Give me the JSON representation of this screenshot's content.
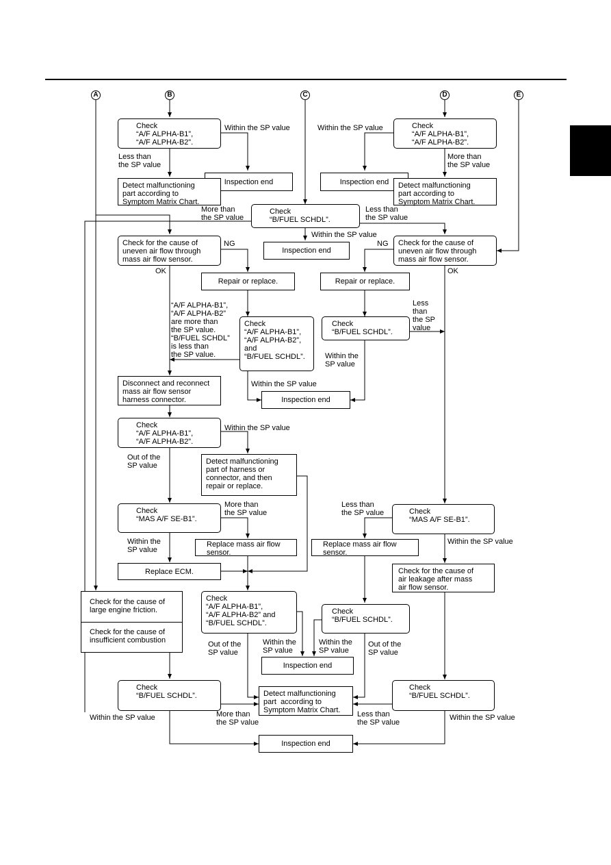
{
  "connectors": {
    "a": "A",
    "b": "B",
    "c": "C",
    "d": "D",
    "e": "E"
  },
  "boxes": {
    "check_af_b": "Check\n“A/F ALPHA-B1”,\n“A/F ALPHA-B2”.",
    "check_af_d": "Check\n“A/F ALPHA-B1”,\n“A/F ALPHA-B2”.",
    "inspection_end_b": "Inspection end",
    "inspection_end_d": "Inspection end",
    "detect_b": "Detect malfunctioning\npart according to\nSymptom Matrix Chart.",
    "detect_d": "Detect malfunctioning\npart according to\nSymptom Matrix Chart.",
    "check_bfuel_c": "Check\n“B/FUEL SCHDL”.",
    "inspection_end_c": "Inspection end",
    "check_uneven_left": "Check for the cause of\nuneven air flow through\nmass air flow sensor.",
    "check_uneven_right": "Check for the cause of\nuneven air flow through\nmass air flow sensor.",
    "repair_left": "Repair or replace.",
    "repair_right": "Repair or replace.",
    "check_af_bfuel_mid": "Check\n“A/F ALPHA-B1”,\n“A/F ALPHA-B2”,\nand\n“B/FUEL SCHDL”.",
    "check_bfuel_right_upper": "Check\n“B/FUEL SCHDL”.",
    "inspection_end_mid": "Inspection end",
    "disconnect": "Disconnect and reconnect\nmass air flow sensor\nharness connector.",
    "check_af_lower": "Check\n“A/F ALPHA-B1”,\n“A/F ALPHA-B2”.",
    "detect_harness": "Detect malfunctioning\npart of harness or\nconnector, and then\nrepair or replace.",
    "check_mas_left": "Check\n“MAS A/F SE-B1”.",
    "check_mas_right": "Check\n“MAS A/F SE-B1”.",
    "replace_maf_left": "Replace mass air flow\nsensor.",
    "replace_maf_right": "Replace mass air flow\nsensor.",
    "check_leakage": "Check for the cause of\nair leakage after mass\nair flow sensor.",
    "replace_ecm": "Replace ECM.",
    "friction": "Check for the cause of\nlarge engine friction.",
    "combustion": "Check for the cause of\ninsufficient combustion",
    "check_af_bfuel_low": "Check\n“A/F ALPHA-B1”,\n“A/F ALPHA-B2” and\n“B/FUEL SCHDL”.",
    "check_bfuel_right_mid": "Check\n“B/FUEL SCHDL”.",
    "inspection_end_low": "Inspection end",
    "check_bfuel_bottom_left": "Check\n“B/FUEL SCHDL”.",
    "detect_bottom": "Detect malfunctioning\npart  according to\nSymptom Matrix Chart.",
    "check_bfuel_bottom_right": "Check\n“B/FUEL SCHDL”.",
    "inspection_end_bottom": "Inspection end"
  },
  "labels": {
    "b_within": "Within the SP value",
    "b_less": "Less than\nthe SP value",
    "d_within": "Within the SP value",
    "d_more": "More than\nthe SP value",
    "c_more": "More than\nthe SP value",
    "c_less": "Less than\nthe SP value",
    "c_within": "Within the SP value",
    "ng_left": "NG",
    "ng_right": "NG",
    "ok_left": "OK",
    "ok_right": "OK",
    "af_more_bfuel_less": "“A/F ALPHA-B1”,\n“A/F ALPHA-B2”\nare more than\nthe SP value.\n“B/FUEL SCHDL”\nis less than\nthe SP value.",
    "right_less": "Less\nthan\nthe SP\nvalue",
    "right_within": "Within the\nSP value",
    "mid_within": "Within the SP value",
    "lower_within": "Within the SP value",
    "out_of": "Out of the\nSP value",
    "mas_more": "More than\nthe SP value",
    "mas_within": "Within the\nSP value",
    "mas_r_less": "Less than\nthe SP value",
    "mas_r_within": "Within the SP value",
    "low_out": "Out of the\nSP value",
    "low_within": "Within the\nSP value",
    "rmid_within": "Within the\nSP value",
    "rmid_out": "Out of the\nSP value",
    "bl_within": "Within the SP value",
    "bl_more": "More than\nthe SP value",
    "br_less": "Less than\nthe SP value",
    "br_within": "Within the SP value"
  }
}
